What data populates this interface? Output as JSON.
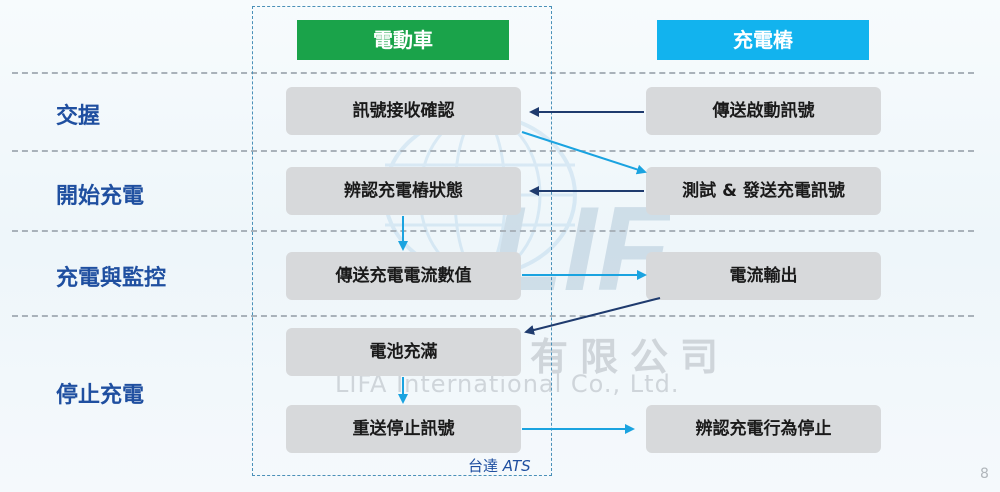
{
  "columns": {
    "ev": "電動車",
    "charger": "充電樁"
  },
  "phases": [
    {
      "label": "交握"
    },
    {
      "label": "開始充電"
    },
    {
      "label": "充電與監控"
    },
    {
      "label": "停止充電"
    }
  ],
  "ev_steps": [
    "訊號接收確認",
    "辨認充電樁狀態",
    "傳送充電電流數值",
    "電池充滿",
    "重送停止訊號"
  ],
  "charger_steps": [
    "傳送啟動訊號",
    "測試 & 發送充電訊號",
    "電流輸出",
    "辨認充電行為停止"
  ],
  "credit": {
    "prefix": "台達 ",
    "name": "ATS"
  },
  "watermark": {
    "company_cn": "利法國際有限公司",
    "company_en": "LIFA International Co., Ltd.",
    "logo_text": "LIFA"
  },
  "page_number": "8",
  "colors": {
    "ev_header": "#1aa34a",
    "charger_header": "#12b3ee",
    "arrow_dark": "#1f3b6e",
    "arrow_light": "#1aa3e0",
    "phase_text": "#1f4fa0"
  }
}
